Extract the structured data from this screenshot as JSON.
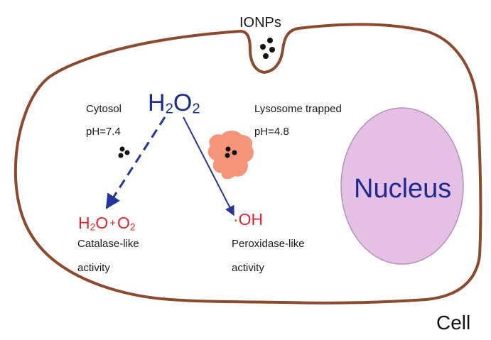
{
  "labels": {
    "ionps": "IONPs",
    "ionps_sub": "s",
    "h2o2": {
      "main": "H",
      "sub1": "2",
      "mid": "O",
      "sub2": "2"
    },
    "cytosol": "Cytosol",
    "cytosol_ph": "pH=7.4",
    "lysosome": "Lysosome trapped",
    "lysosome_ph": "pH=4.8",
    "nucleus": "Nucleus",
    "product_left": {
      "h": "H",
      "h_sub": "2",
      "o": "O",
      "plus": "+",
      "o2": "O",
      "o2_sub": "2"
    },
    "product_right": "·OH",
    "catalase_line1": "Catalase-like",
    "catalase_line2": "activity",
    "peroxidase_line1": "Peroxidase-like",
    "peroxidase_line2": "activity",
    "cell": "Cell"
  },
  "colors": {
    "membrane": "#8b4a2e",
    "nucleus_fill": "#e6bfe6",
    "nucleus_stroke": "#b58fb6",
    "arrow": "#24349a",
    "lysosome": "#f4957a",
    "product_red": "#e0242b",
    "navy_text": "#1b2a8c",
    "particle": "#111111"
  },
  "icons": {
    "nanoparticle": "black-dot-cluster",
    "lysosome": "irregular-blob"
  }
}
